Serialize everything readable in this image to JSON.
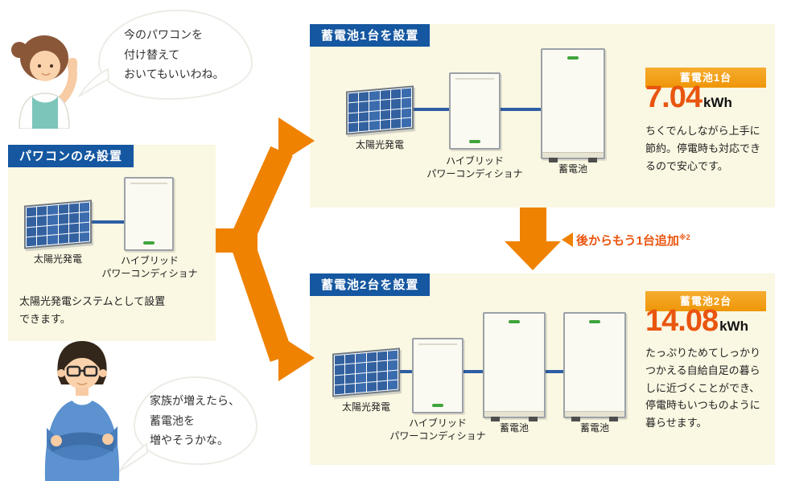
{
  "colors": {
    "panel_background": "#FAF7E2",
    "header_blue": "#1557A0",
    "arrow_orange": "#EF8200",
    "badge_orange": "#F29F17",
    "capacity_orange_red": "#E9550F",
    "connector_blue": "#2D5FA5"
  },
  "characters": {
    "woman_speech": "今のパワコンを\n付け替えて\nおいてもいいわね。",
    "man_speech": "家族が増えたら、\n蓄電池を\n増やそうかな。"
  },
  "panel_pv_only": {
    "title": "パワコンのみ設置",
    "solar_label": "太陽光発電",
    "conditioner_label": "ハイブリッド\nパワーコンディショナ",
    "description": "太陽光発電システムとして設置\nできます。"
  },
  "panel_one_battery": {
    "title": "蓄電池1台を設置",
    "solar_label": "太陽光発電",
    "conditioner_label": "ハイブリッド\nパワーコンディショナ",
    "battery_label": "蓄電池",
    "badge": "蓄電池1台",
    "capacity_value": "7.04",
    "capacity_unit": "kWh",
    "description": "ちくでんしながら上手に\n節約。停電時も対応でき\nるので安心です。"
  },
  "panel_two_batteries": {
    "title": "蓄電池2台を設置",
    "solar_label": "太陽光発電",
    "conditioner_label": "ハイブリッド\nパワーコンディショナ",
    "battery1_label": "蓄電池",
    "battery2_label": "蓄電池",
    "badge": "蓄電池2台",
    "capacity_value": "14.08",
    "capacity_unit": "kWh",
    "description": "たっぷりためてしっかり\nつかえる自給自足の暮ら\nしに近づくことができ、\n停電時もいつものように\n暮らせます。"
  },
  "add_later_callout": {
    "text": "後からもう1台追加",
    "note": "※2"
  }
}
